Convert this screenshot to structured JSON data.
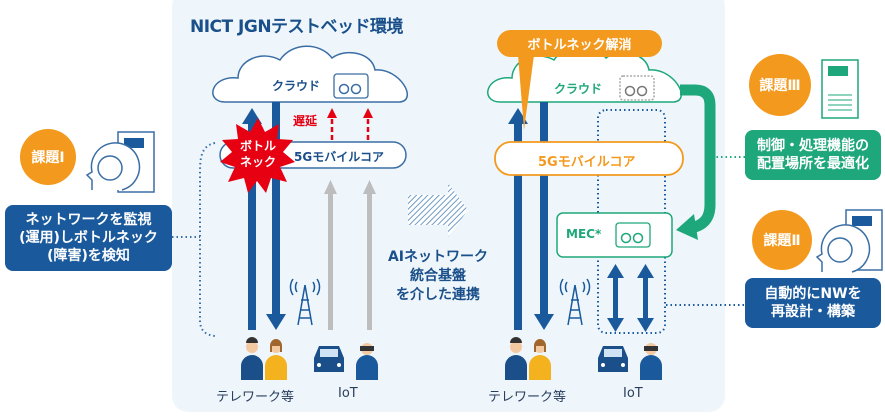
{
  "title": "NICT JGNテストベッド環境",
  "before": {
    "cloud": "クラウド",
    "delay": "遅延",
    "core": "5Gモバイルコア",
    "bottleneck": "ボトル\nネック",
    "users_label": "テレワーク等",
    "iot_label": "IoT"
  },
  "middle": {
    "line1": "AIネットワーク",
    "line2": "統合基盤",
    "line3": "を介した連携"
  },
  "after": {
    "bubble": "ボトルネック解消",
    "cloud": "クラウド",
    "core": "5Gモバイルコア",
    "mec": "MEC*",
    "users_label": "テレワーク等",
    "iot_label": "IoT"
  },
  "issues": [
    {
      "badge": "課題Ⅰ",
      "text": "ネットワークを監視\n(運用)しボトルネック\n(障害)を検知",
      "color": "#1a5a9c"
    },
    {
      "badge": "課題Ⅲ",
      "text": "制御・処理機能の\n配置場所を最適化",
      "color": "#1ea77a"
    },
    {
      "badge": "課題Ⅱ",
      "text": "自動的にNWを\n再設計・構築",
      "color": "#1a5a9c"
    }
  ],
  "colors": {
    "blue": "#1a5a9c",
    "orange": "#f39a1e",
    "green": "#1ea77a",
    "red": "#e60012",
    "gray": "#bdbdbd"
  }
}
